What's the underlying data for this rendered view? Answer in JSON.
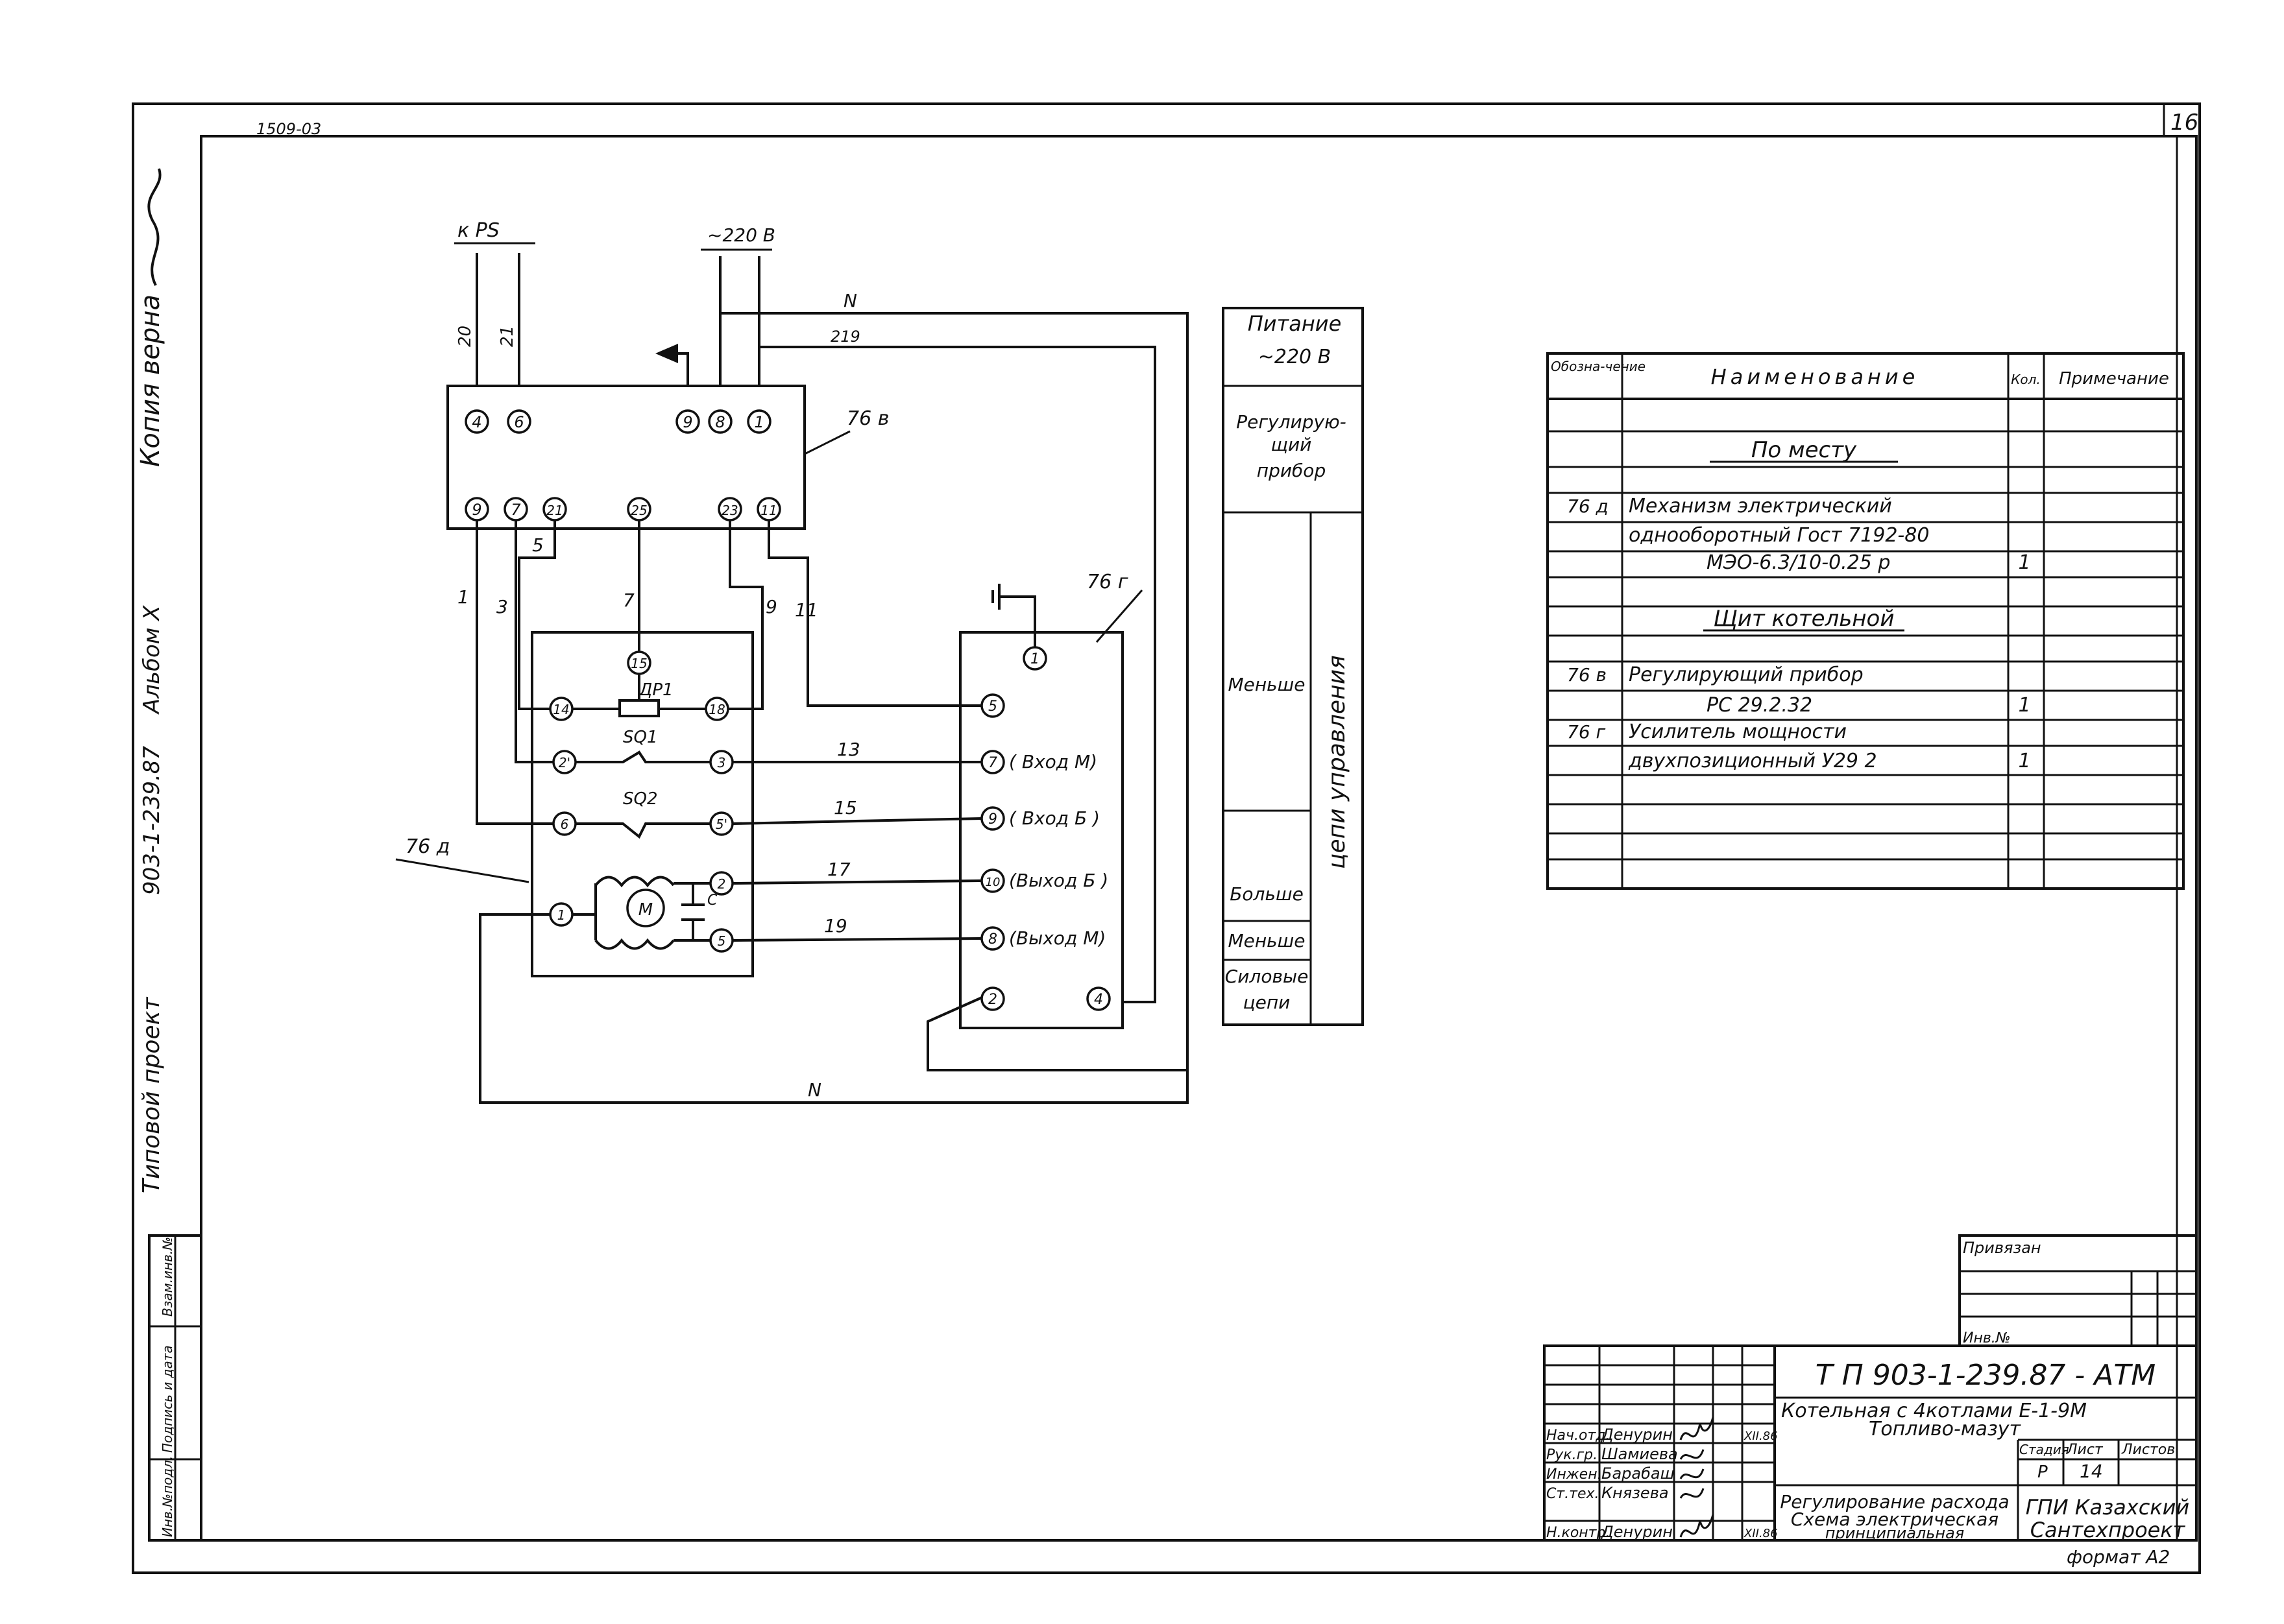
{
  "sheet": {
    "top_code": "1509-03",
    "sheet_number": "16",
    "format": "формат А2",
    "left_margin": {
      "copy_note": "Копия верна",
      "album": "Альбом X",
      "project_code": "903-1-239.87",
      "project_type": "Типовой проект",
      "stamp_cells": [
        "Инв.№подл.",
        "Подпись и дата",
        "Взам.инв.№"
      ]
    }
  },
  "diagram": {
    "supply_labels": {
      "ps": "к РS",
      "ac220": "~220 В"
    },
    "wires": {
      "w20": "20",
      "w21": "21",
      "N_top": "N",
      "w219": "219",
      "w1": "1",
      "w3": "3",
      "w5": "5",
      "w7": "7",
      "w9": "9",
      "w11": "11",
      "w13": "13",
      "w15": "15",
      "w17": "17",
      "w19": "19",
      "N_bottom": "N"
    },
    "regulator": {
      "label": "76 в",
      "top_terminals": [
        "4",
        "6",
        "9",
        "8",
        "1"
      ],
      "bottom_terminals": [
        "9",
        "7",
        "21",
        "25",
        "23",
        "11"
      ]
    },
    "mechanism": {
      "label": "76 д",
      "terminals": [
        "15",
        "14",
        "18",
        "2'",
        "3",
        "6",
        "5'",
        "1",
        "2",
        "5"
      ],
      "dp": "ДР1",
      "sq1": "SQ1",
      "sq2": "SQ2",
      "motor": "М",
      "cap": "С"
    },
    "amplifier": {
      "label": "76 г",
      "terminals": [
        {
          "n": "1",
          "text": ""
        },
        {
          "n": "5",
          "text": ""
        },
        {
          "n": "7",
          "text": "( Вход М)"
        },
        {
          "n": "9",
          "text": "( Вход Б )"
        },
        {
          "n": "10",
          "text": "(Выход Б )"
        },
        {
          "n": "8",
          "text": "(Выход М)"
        },
        {
          "n": "2",
          "text": ""
        },
        {
          "n": "4",
          "text": ""
        }
      ]
    }
  },
  "legend_strip": {
    "power": [
      "Питание",
      "~220 В"
    ],
    "regulator": [
      "Регулирую-",
      "щий",
      "прибор"
    ],
    "less": "Меньше",
    "more": "Больше",
    "control": "цепи управления",
    "less2": "Меньше",
    "power_circuits": [
      "Силовые",
      "цепи"
    ]
  },
  "spec_table": {
    "headers": [
      "Обозна-чение",
      "Наименование",
      "Кол.",
      "Примечание"
    ],
    "rows": [
      {
        "designation": "",
        "name": "По месту",
        "qty": "",
        "note": "",
        "heading": true
      },
      {
        "designation": "76 д",
        "name": "Механизм электрический",
        "qty": "",
        "note": ""
      },
      {
        "designation": "",
        "name": "однооборотный   Гост 7192-80",
        "qty": "",
        "note": ""
      },
      {
        "designation": "",
        "name": "МЭО-6.3/10-0.25 р",
        "qty": "1",
        "note": ""
      },
      {
        "designation": "",
        "name": "Щит котельной",
        "qty": "",
        "note": "",
        "heading": true
      },
      {
        "designation": "76 в",
        "name": "Регулирующий прибор",
        "qty": "",
        "note": ""
      },
      {
        "designation": "",
        "name": "РС 29.2.32",
        "qty": "1",
        "note": ""
      },
      {
        "designation": "76 г",
        "name": "Усилитель мощности",
        "qty": "",
        "note": ""
      },
      {
        "designation": "",
        "name": "двухпозиционный  У29 2",
        "qty": "1",
        "note": ""
      }
    ]
  },
  "title_block": {
    "bound": "Привязан",
    "inv": "Инв.№",
    "doc_code": "Т П 903-1-239.87 -   АТМ",
    "object": [
      "Котельная с 4котлами Е-1-9М",
      "Топливо-мазут"
    ],
    "sheet_title": [
      "Регулирование расхода",
      "Схема электрическая",
      "принципиальная"
    ],
    "stage_header": [
      "Стадия",
      "Лист",
      "Листов"
    ],
    "stage": "Р",
    "sheet": "14",
    "org": [
      "ГПИ Казахский",
      "Сантехпроект"
    ],
    "date": "XII.86",
    "people": [
      {
        "role": "Нач.отд.",
        "name": "Денурин"
      },
      {
        "role": "Рук.гр.",
        "name": "Шамиева"
      },
      {
        "role": "Инжен.",
        "name": "Барабаш"
      },
      {
        "role": "Ст.тех.",
        "name": "Князева"
      },
      {
        "role": "Н.контр.",
        "name": "Денурин"
      }
    ]
  }
}
